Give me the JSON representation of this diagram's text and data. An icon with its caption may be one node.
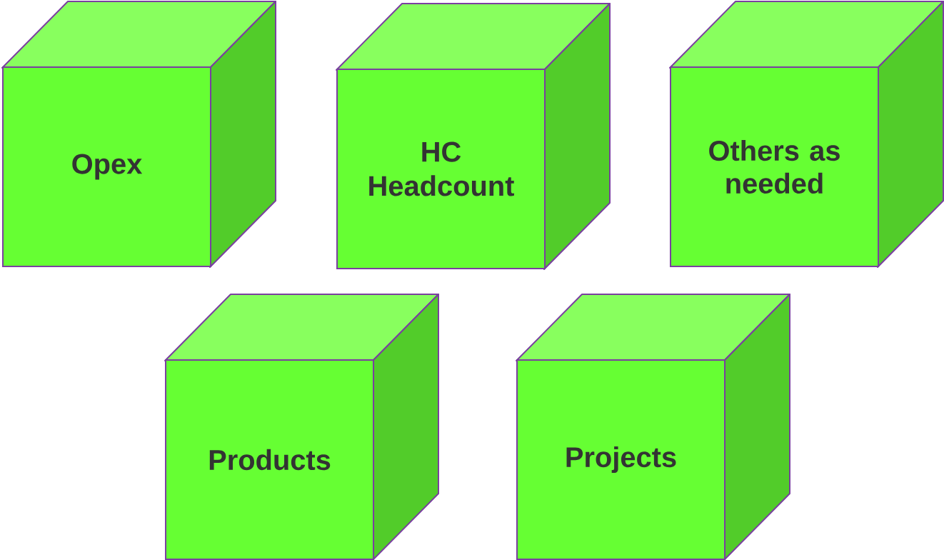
{
  "diagram": {
    "nodes": [
      {
        "text": [
          "Opex"
        ]
      },
      {
        "text": [
          "HC",
          "Headcount"
        ]
      },
      {
        "text": [
          "Others as needed"
        ]
      },
      {
        "text": [
          "Products"
        ]
      },
      {
        "text": [
          "Projects"
        ]
      }
    ]
  }
}
